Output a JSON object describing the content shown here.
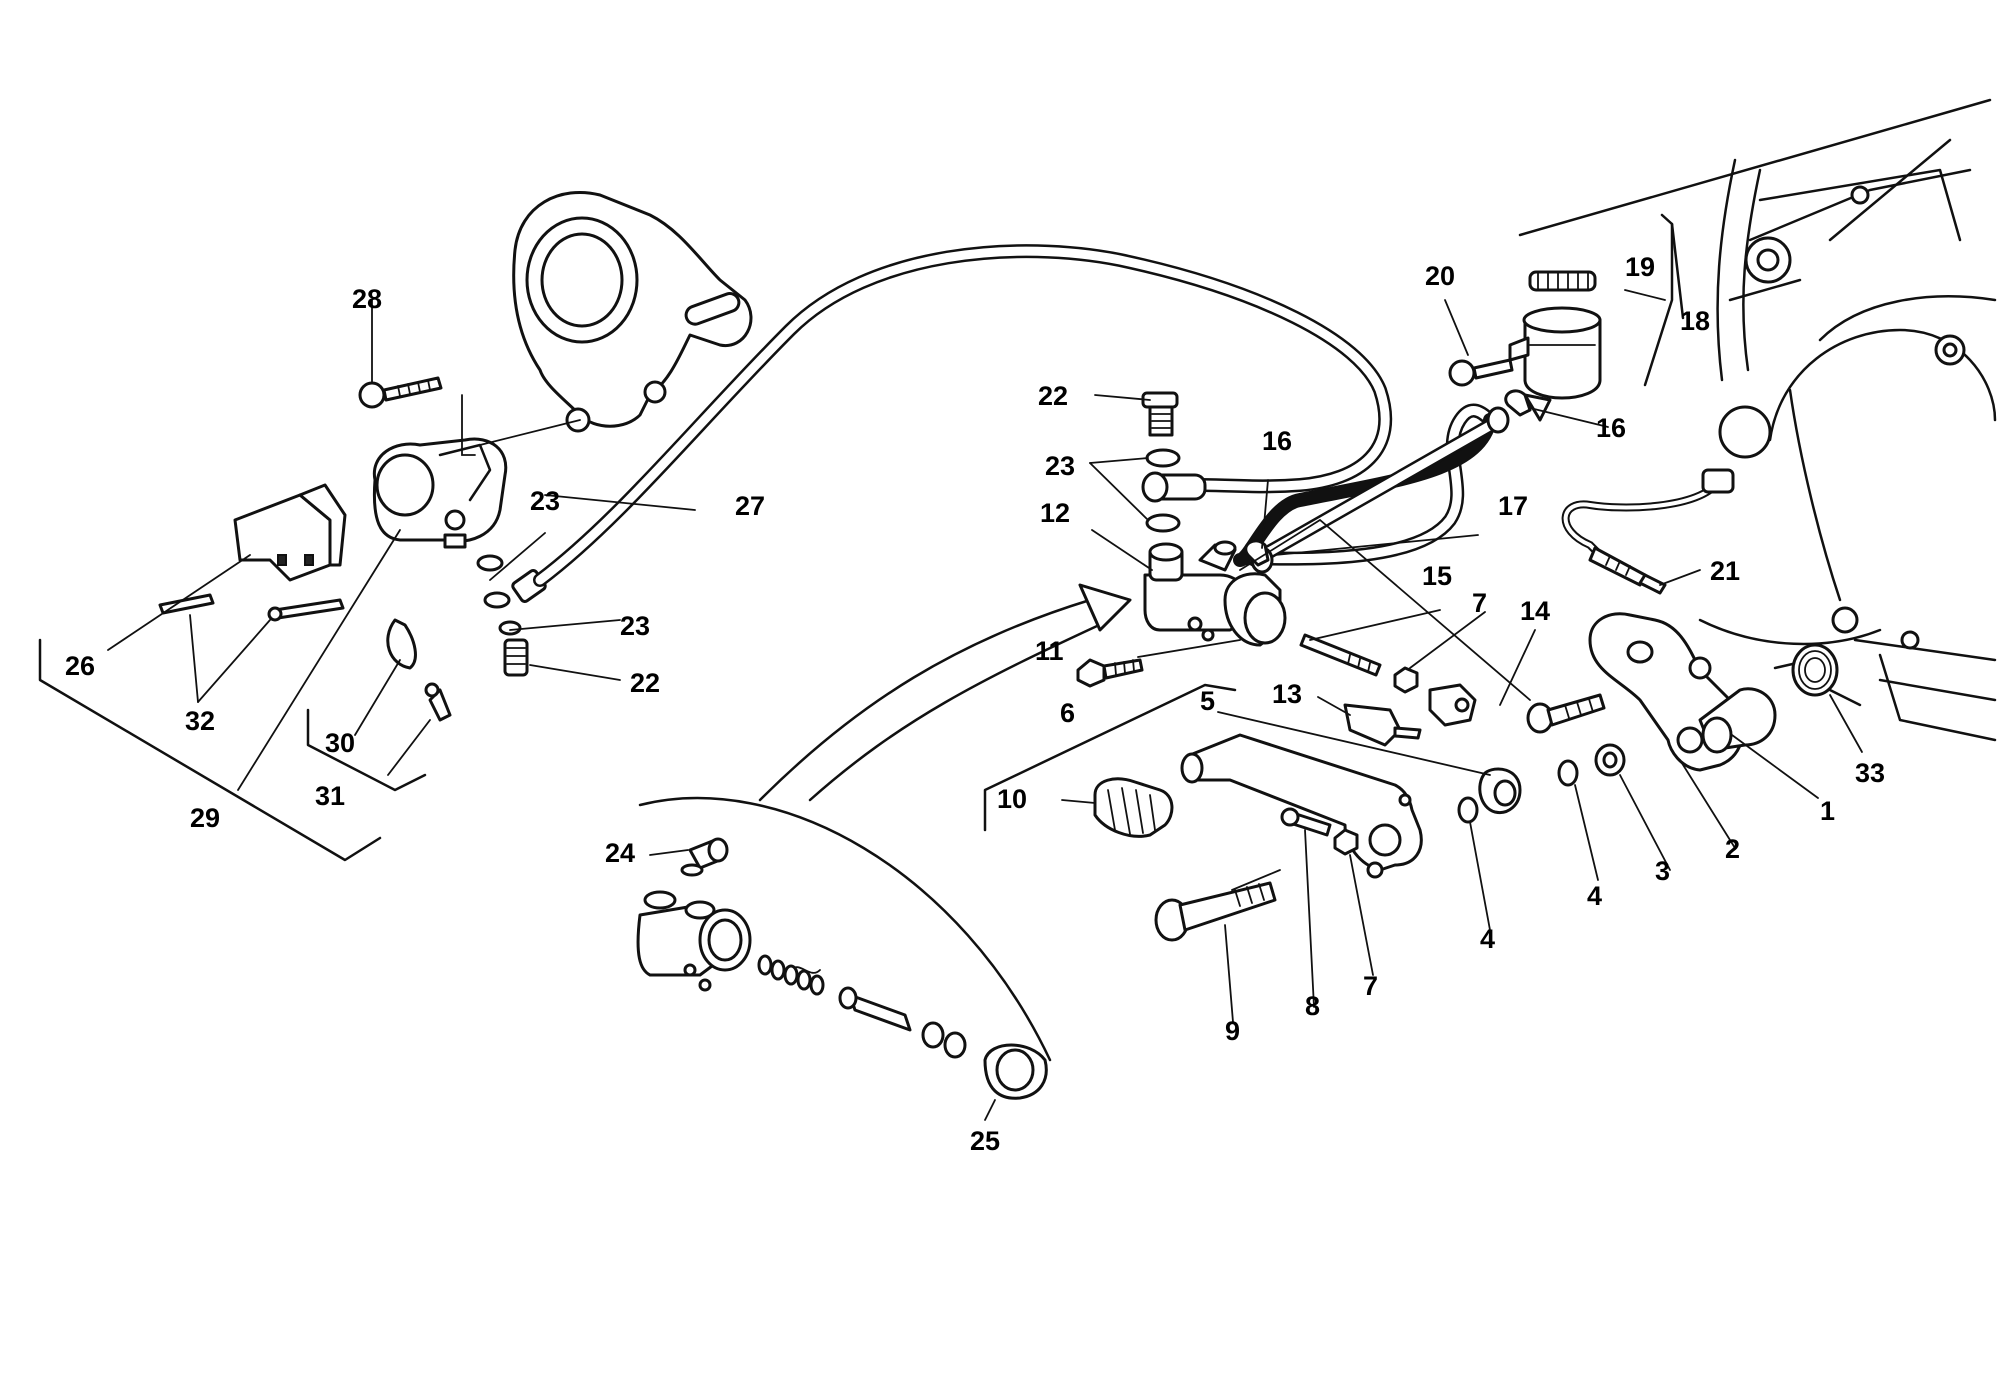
{
  "callouts": [
    "1",
    "2",
    "3",
    "4",
    "4",
    "5",
    "6",
    "7",
    "7",
    "8",
    "9",
    "10",
    "11",
    "12",
    "13",
    "14",
    "15",
    "16",
    "16",
    "17",
    "18",
    "19",
    "20",
    "21",
    "22",
    "22",
    "23",
    "23",
    "23",
    "24",
    "25",
    "26",
    "27",
    "28",
    "29",
    "30",
    "31",
    "32",
    "33"
  ]
}
